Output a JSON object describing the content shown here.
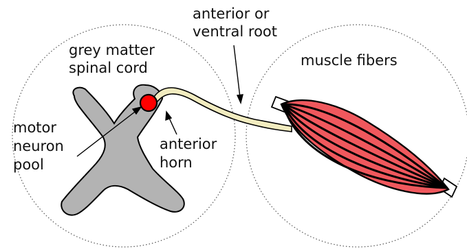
{
  "labels": {
    "grey_matter": "grey matter",
    "spinal_cord": "spinal cord",
    "motor": "motor",
    "neuron": "neuron",
    "pool": "pool",
    "anterior_horn_1": "anterior",
    "anterior_horn_2": "horn",
    "root_1": "anterior or",
    "root_2": "ventral root",
    "muscle_fibers": "muscle fibers"
  },
  "colors": {
    "grey_matter": "#b3b3b3",
    "motor_neuron": "#ff0000",
    "nerve": "#f2ecc0",
    "muscle": "#f0585d",
    "outline": "#000000",
    "circle_border": "#555555"
  }
}
